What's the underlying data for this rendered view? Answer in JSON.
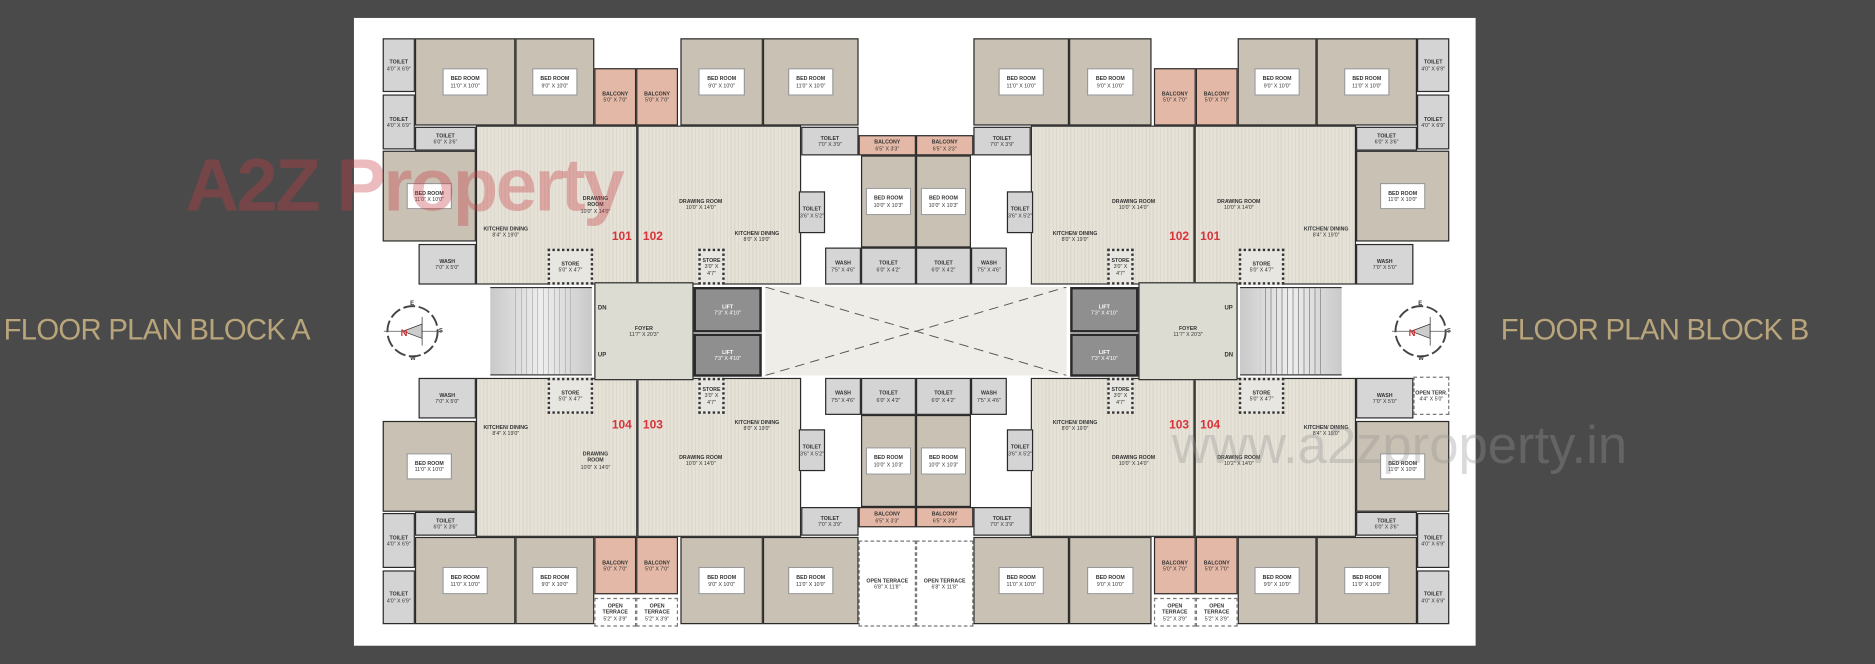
{
  "titles": {
    "block_a": "FLOOR PLAN BLOCK A",
    "block_b": "FLOOR PLAN BLOCK B"
  },
  "watermark": {
    "logo": "A2Z Property",
    "url": "www.a2zproperty.in"
  },
  "compass": {
    "n": "N",
    "e": "E",
    "s": "S",
    "w": "W"
  },
  "colors": {
    "background": "#4a4a4a",
    "title": "#b9a57c",
    "unit_number": "#d9333a",
    "balcony": "#e3b8a6",
    "bed_room": "#c9c1b3"
  },
  "block_a": {
    "top": [
      {
        "name": "TOILET",
        "dim": "4'0\" X 6'9\""
      },
      {
        "name": "TOILET",
        "dim": "4'0\" X 6'9\""
      },
      {
        "name": "BED ROOM",
        "dim": "11'0\" X 10'0\""
      },
      {
        "name": "BED ROOM",
        "dim": "9'0\" X 10'0\""
      },
      {
        "name": "BALCONY",
        "dim": "5'0\" X 7'0\""
      },
      {
        "name": "TOILET",
        "dim": "6'0\" X 3'6\""
      },
      {
        "name": "BED ROOM",
        "dim": "11'0\" X 10'0\""
      },
      {
        "name": "DRAWING ROOM",
        "dim": "10'0\" X 14'0\""
      },
      {
        "name": "KITCHEN/ DINING",
        "dim": "8'4\" X 19'0\""
      },
      {
        "name": "WASH",
        "dim": "7'0\" X 5'0\""
      },
      {
        "name": "STORE",
        "dim": "5'0\" X 4'7\""
      },
      {
        "name": "BALCONY",
        "dim": "5'0\" X 7'0\""
      },
      {
        "name": "BED ROOM",
        "dim": "9'0\" X 10'0\""
      },
      {
        "name": "BED ROOM",
        "dim": "11'0\" X 10'0\""
      },
      {
        "name": "DRAWING ROOM",
        "dim": "10'0\" X 14'0\""
      },
      {
        "name": "KITCHEN/ DINING",
        "dim": "8'0\" X 19'0\""
      },
      {
        "name": "TOILET",
        "dim": "7'0\" X 3'9\""
      },
      {
        "name": "BALCONY",
        "dim": "6'5\" X 3'3\""
      },
      {
        "name": "BED ROOM",
        "dim": "10'0\" X 10'3\""
      },
      {
        "name": "TOILET",
        "dim": "3'6\" X 5'2\""
      },
      {
        "name": "WASH",
        "dim": "7'5\" X 4'6\""
      },
      {
        "name": "TOILET",
        "dim": "6'0\" X 4'2\""
      },
      {
        "name": "STORE",
        "dim": "3'0\" X 4'7\""
      },
      {
        "name": "101"
      },
      {
        "name": "102"
      }
    ],
    "bottom": [
      {
        "name": "TOILET",
        "dim": "4'0\" X 6'9\""
      },
      {
        "name": "TOILET",
        "dim": "4'0\" X 6'9\""
      },
      {
        "name": "BED ROOM",
        "dim": "11'0\" X 10'0\""
      },
      {
        "name": "BED ROOM",
        "dim": "9'0\" X 10'0\""
      },
      {
        "name": "BALCONY",
        "dim": "5'0\" X 7'0\""
      },
      {
        "name": "TOILET",
        "dim": "6'0\" X 3'6\""
      },
      {
        "name": "BED ROOM",
        "dim": "11'0\" X 10'0\""
      },
      {
        "name": "DRAWING ROOM",
        "dim": "10'0\" X 14'0\""
      },
      {
        "name": "KITCHEN/ DINING",
        "dim": "8'4\" X 19'0\""
      },
      {
        "name": "WASH",
        "dim": "7'0\" X 5'0\""
      },
      {
        "name": "STORE",
        "dim": "5'0\" X 4'7\""
      },
      {
        "name": "BALCONY",
        "dim": "5'0\" X 7'0\""
      },
      {
        "name": "BED ROOM",
        "dim": "9'0\" X 10'0\""
      },
      {
        "name": "BED ROOM",
        "dim": "11'0\" X 10'0\""
      },
      {
        "name": "DRAWING ROOM",
        "dim": "10'0\" X 14'0\""
      },
      {
        "name": "KITCHEN/ DINING",
        "dim": "8'0\" X 19'0\""
      },
      {
        "name": "TOILET",
        "dim": "7'0\" X 3'9\""
      },
      {
        "name": "BALCONY",
        "dim": "6'5\" X 3'3\""
      },
      {
        "name": "BED ROOM",
        "dim": "10'0\" X 10'3\""
      },
      {
        "name": "TOILET",
        "dim": "3'6\" X 5'2\""
      },
      {
        "name": "WASH",
        "dim": "7'5\" X 4'6\""
      },
      {
        "name": "TOILET",
        "dim": "6'0\" X 4'2\""
      },
      {
        "name": "STORE",
        "dim": "3'0\" X 4'7\""
      },
      {
        "name": "104"
      },
      {
        "name": "103"
      },
      {
        "name": "OPEN TERRACE",
        "dim": "5'2\" X 3'9\""
      },
      {
        "name": "OPEN TERRACE",
        "dim": "5'2\" X 3'9\""
      },
      {
        "name": "OPEN TERRACE",
        "dim": "6'8\" X 11'8\""
      }
    ],
    "core": {
      "dn": "DN",
      "up": "UP",
      "foyer": "FOYER",
      "foyer_dim": "11'7\" X 20'3\"",
      "lifts": [
        {
          "name": "LIFT",
          "dim": "7'3\" X 4'10\""
        },
        {
          "name": "LIFT",
          "dim": "7'3\" X 4'10\""
        }
      ]
    }
  },
  "block_b": {
    "top": [
      {
        "name": "TOILET",
        "dim": "4'0\" X 6'9\""
      },
      {
        "name": "TOILET",
        "dim": "4'0\" X 6'9\""
      },
      {
        "name": "BED ROOM",
        "dim": "11'0\" X 10'0\""
      },
      {
        "name": "BED ROOM",
        "dim": "9'0\" X 10'0\""
      },
      {
        "name": "BALCONY",
        "dim": "5'0\" X 7'0\""
      },
      {
        "name": "TOILET",
        "dim": "6'0\" X 3'6\""
      },
      {
        "name": "BED ROOM",
        "dim": "11'0\" X 10'0\""
      },
      {
        "name": "DRAWING ROOM",
        "dim": "10'0\" X 14'0\""
      },
      {
        "name": "KITCHEN/ DINING",
        "dim": "8'4\" X 19'0\""
      },
      {
        "name": "WASH",
        "dim": "7'0\" X 5'0\""
      },
      {
        "name": "STORE",
        "dim": "5'0\" X 4'7\""
      },
      {
        "name": "BALCONY",
        "dim": "5'0\" X 7'0\""
      },
      {
        "name": "BED ROOM",
        "dim": "9'0\" X 10'0\""
      },
      {
        "name": "BED ROOM",
        "dim": "11'0\" X 10'0\""
      },
      {
        "name": "DRAWING ROOM",
        "dim": "10'0\" X 14'0\""
      },
      {
        "name": "KITCHEN/ DINING",
        "dim": "8'0\" X 19'0\""
      },
      {
        "name": "TOILET",
        "dim": "7'0\" X 3'9\""
      },
      {
        "name": "BALCONY",
        "dim": "6'5\" X 3'3\""
      },
      {
        "name": "BED ROOM",
        "dim": "10'0\" X 10'3\""
      },
      {
        "name": "TOILET",
        "dim": "3'6\" X 5'2\""
      },
      {
        "name": "WASH",
        "dim": "7'5\" X 4'6\""
      },
      {
        "name": "TOILET",
        "dim": "6'0\" X 4'2\""
      },
      {
        "name": "STORE",
        "dim": "3'0\" X 4'7\""
      },
      {
        "name": "101"
      },
      {
        "name": "102"
      }
    ],
    "bottom": [
      {
        "name": "TOILET",
        "dim": "4'0\" X 6'9\""
      },
      {
        "name": "TOILET",
        "dim": "4'0\" X 6'9\""
      },
      {
        "name": "BED ROOM",
        "dim": "11'0\" X 10'0\""
      },
      {
        "name": "BED ROOM",
        "dim": "9'0\" X 10'0\""
      },
      {
        "name": "BALCONY",
        "dim": "5'0\" X 7'0\""
      },
      {
        "name": "TOILET",
        "dim": "6'0\" X 3'6\""
      },
      {
        "name": "BED ROOM",
        "dim": "11'0\" X 10'0\""
      },
      {
        "name": "DRAWING ROOM",
        "dim": "10'2\" X 14'0\""
      },
      {
        "name": "KITCHEN/ DINING",
        "dim": "8'4\" X 19'0\""
      },
      {
        "name": "WASH",
        "dim": "7'0\" X 5'0\""
      },
      {
        "name": "STORE",
        "dim": "5'0\" X 4'7\""
      },
      {
        "name": "BALCONY",
        "dim": "5'0\" X 7'0\""
      },
      {
        "name": "BED ROOM",
        "dim": "9'0\" X 10'0\""
      },
      {
        "name": "BED ROOM",
        "dim": "11'0\" X 10'0\""
      },
      {
        "name": "DRAWING ROOM",
        "dim": "10'0\" X 14'0\""
      },
      {
        "name": "KITCHEN/ DINING",
        "dim": "8'0\" X 19'0\""
      },
      {
        "name": "TOILET",
        "dim": "7'0\" X 3'9\""
      },
      {
        "name": "BALCONY",
        "dim": "6'5\" X 3'3\""
      },
      {
        "name": "BED ROOM",
        "dim": "10'0\" X 10'3\""
      },
      {
        "name": "TOILET",
        "dim": "3'6\" X 5'2\""
      },
      {
        "name": "WASH",
        "dim": "7'5\" X 4'6\""
      },
      {
        "name": "TOILET",
        "dim": "6'0\" X 4'2\""
      },
      {
        "name": "STORE",
        "dim": "3'0\" X 4'7\""
      },
      {
        "name": "104"
      },
      {
        "name": "103"
      },
      {
        "name": "OPEN TERRACE",
        "dim": "5'2\" X 3'9\""
      },
      {
        "name": "OPEN TERRACE",
        "dim": "5'2\" X 3'9\""
      },
      {
        "name": "OPEN TERRACE",
        "dim": "6'8\" X 11'8\""
      },
      {
        "name": "OPEN TERR.",
        "dim": "4'4\" X 5'0\""
      }
    ],
    "core": {
      "dn": "DN",
      "up": "UP",
      "foyer": "FOYER",
      "foyer_dim": "11'7\" X 20'3\"",
      "lifts": [
        {
          "name": "LIFT",
          "dim": "7'3\" X 4'10\""
        },
        {
          "name": "LIFT",
          "dim": "7'3\" X 4'10\""
        }
      ]
    }
  }
}
